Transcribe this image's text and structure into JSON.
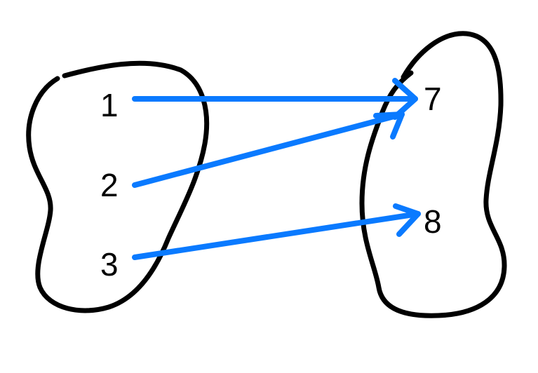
{
  "colors": {
    "outline": "#000000",
    "arrow": "#0a7aff",
    "background": "#ffffff"
  },
  "domain_set": {
    "elements": [
      "1",
      "2",
      "3"
    ]
  },
  "codomain_set": {
    "elements": [
      "7",
      "8"
    ]
  },
  "mapping": [
    {
      "from": "1",
      "to": "7"
    },
    {
      "from": "2",
      "to": "7"
    },
    {
      "from": "3",
      "to": "8"
    }
  ]
}
